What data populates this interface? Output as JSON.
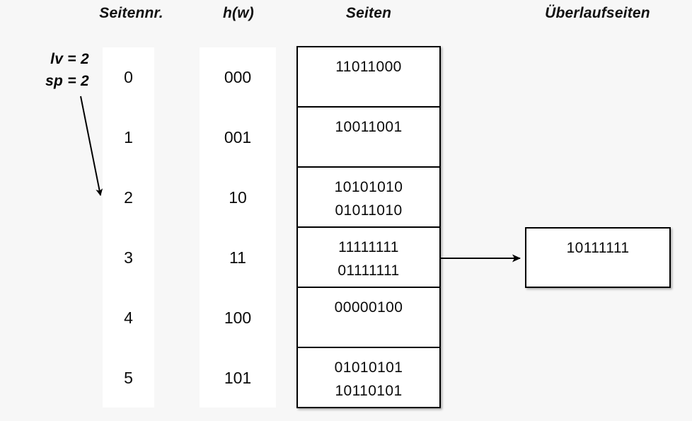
{
  "headers": {
    "page_number": "Seitennr.",
    "hash": "h(w)",
    "pages": "Seiten",
    "overflow_pages": "Überlaufseiten"
  },
  "params": {
    "lv": "lv = 2",
    "sp": "sp = 2"
  },
  "rows": [
    {
      "page_number": "0",
      "hash": "000",
      "entries": [
        "11011000"
      ]
    },
    {
      "page_number": "1",
      "hash": "001",
      "entries": [
        "10011001"
      ]
    },
    {
      "page_number": "2",
      "hash": "10",
      "entries": [
        "10101010",
        "01011010"
      ]
    },
    {
      "page_number": "3",
      "hash": "11",
      "entries": [
        "11111111",
        "01111111"
      ]
    },
    {
      "page_number": "4",
      "hash": "100",
      "entries": [
        "00000100"
      ]
    },
    {
      "page_number": "5",
      "hash": "101",
      "entries": [
        "01010101",
        "10110101"
      ]
    }
  ],
  "overflow": {
    "entries": [
      "10111111"
    ],
    "from_row": "3"
  },
  "colors": {
    "background": "#f7f7f7",
    "panel": "#ffffff",
    "stroke": "#000000",
    "text": "#0a0a0a"
  }
}
